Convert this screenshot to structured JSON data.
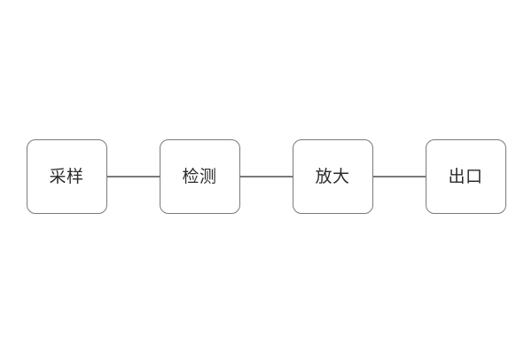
{
  "diagram": {
    "type": "linear-flow",
    "orientation": "horizontal",
    "background_color": "#ffffff",
    "node_border_color": "#7a7a7a",
    "node_fill_color": "#ffffff",
    "connector_color": "#7a7a7a",
    "text_color": "#2b2b2b",
    "nodes": [
      {
        "label": "采样"
      },
      {
        "label": "检测"
      },
      {
        "label": "放大"
      },
      {
        "label": "出口"
      }
    ],
    "connectors": [
      {
        "from": "采样",
        "to": "检测",
        "arrowhead": false
      },
      {
        "from": "检测",
        "to": "放大",
        "arrowhead": false
      },
      {
        "from": "放大",
        "to": "出口",
        "arrowhead": false
      }
    ]
  }
}
